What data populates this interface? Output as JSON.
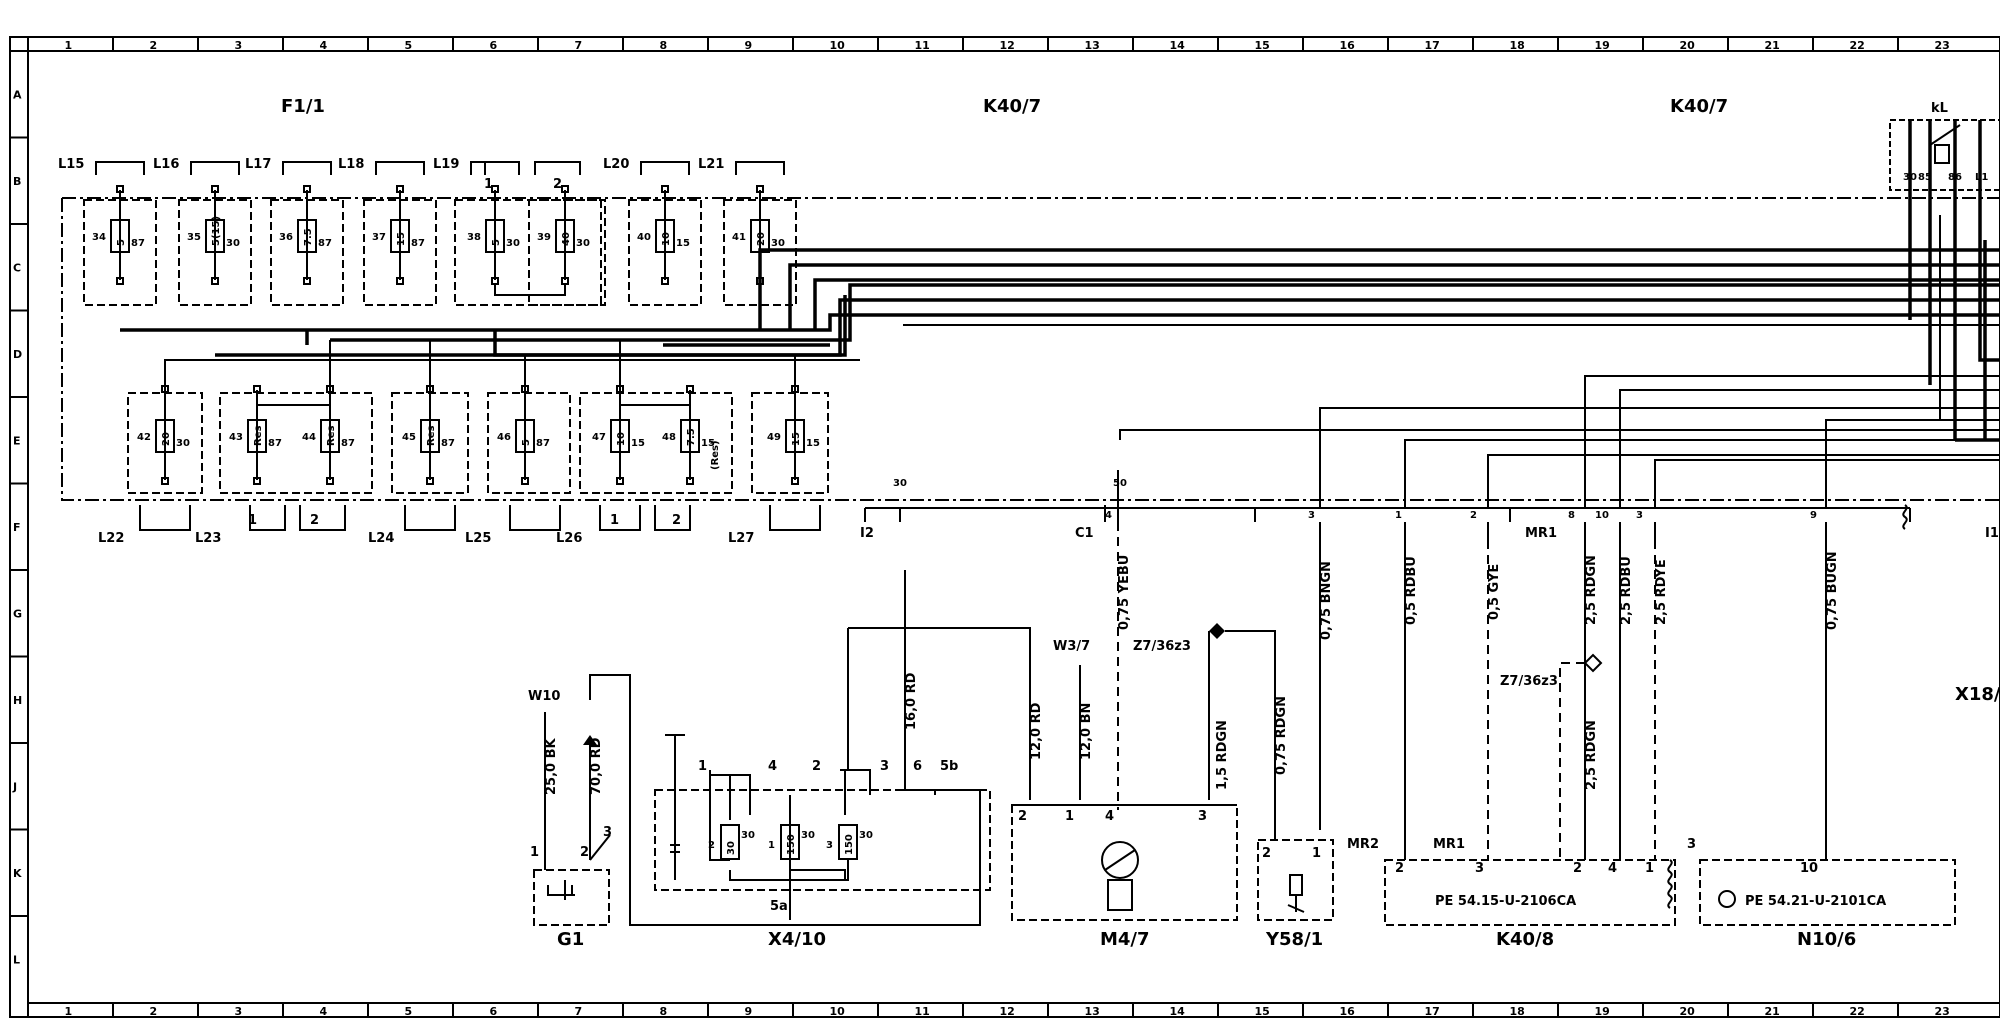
{
  "grid": {
    "columns": [
      "1",
      "2",
      "3",
      "4",
      "5",
      "6",
      "7",
      "8",
      "9",
      "10",
      "11",
      "12",
      "13",
      "14",
      "15",
      "16",
      "17",
      "18",
      "19",
      "20",
      "21",
      "22",
      "23"
    ],
    "rows": [
      "A",
      "B",
      "C",
      "D",
      "E",
      "F",
      "G",
      "H",
      "J",
      "K",
      "L"
    ]
  },
  "components": {
    "f1_1": "F1/1",
    "k40_7_left": "K40/7",
    "k40_7_right": "K40/7",
    "kl": "kL",
    "g1": "G1",
    "x4_10": "X4/10",
    "m4_7": "M4/7",
    "y58_1": "Y58/1",
    "k40_8": "K40/8",
    "n10_6": "N10/6",
    "w10": "W10",
    "w3_7": "W3/7",
    "z7_36z3_a": "Z7/36z3",
    "z7_36z3_b": "Z7/36z3",
    "x18_partial": "X18/",
    "i2": "I2",
    "c1": "C1",
    "mr1_top": "MR1",
    "i1_partial": "I1",
    "mr2": "MR2",
    "mr1_bottom": "MR1"
  },
  "upper_fuses": [
    {
      "slot": "L15",
      "num": "34",
      "val": "5",
      "out": "87"
    },
    {
      "slot": "L16",
      "num": "35",
      "val": "5(15)",
      "out": "30"
    },
    {
      "slot": "L17",
      "num": "36",
      "val": "7.5",
      "out": "87"
    },
    {
      "slot": "L18",
      "num": "37",
      "val": "15",
      "out": "87"
    },
    {
      "slot": "L19",
      "num": "38",
      "val": "5",
      "out": "30"
    },
    {
      "slot": "",
      "num": "39",
      "val": "40",
      "out": "30"
    },
    {
      "slot": "L20",
      "num": "40",
      "val": "10",
      "out": "15"
    },
    {
      "slot": "L21",
      "num": "41",
      "val": "20",
      "out": "30"
    }
  ],
  "upper_pins": [
    "1",
    "2"
  ],
  "lower_fuses": [
    {
      "slot": "L22",
      "num": "42",
      "val": "20",
      "out": "30"
    },
    {
      "slot": "L23",
      "num": "43",
      "val": "Res",
      "out": "87"
    },
    {
      "slot": "",
      "num": "44",
      "val": "Res",
      "out": "87"
    },
    {
      "slot": "L24",
      "num": "45",
      "val": "Res",
      "out": "87"
    },
    {
      "slot": "L25",
      "num": "46",
      "val": "5",
      "out": "87"
    },
    {
      "slot": "L26",
      "num": "47",
      "val": "10",
      "out": "15"
    },
    {
      "slot": "",
      "num": "48",
      "val": "7.5",
      "out": "15"
    },
    {
      "slot": "L27",
      "num": "49",
      "val": "15",
      "out": "15"
    }
  ],
  "lower_pins": [
    "1",
    "2",
    "1",
    "2"
  ],
  "lower_note": "(Res)",
  "connector_pins": {
    "i2": "30",
    "c1_top": "50",
    "c1_4": "4",
    "p3": "3",
    "p1": "1",
    "p2": "2",
    "mr1_8": "8",
    "p10": "10",
    "p3b": "3",
    "p9": "9"
  },
  "wires": {
    "c1_yebu": "0,75 YEBU",
    "bngn": "0,75 BNGN",
    "rdbu_05": "0,5 RDBU",
    "gye": "0,5 GYE",
    "rdgn_25": "2,5 RDGN",
    "rdbu_25": "2,5 RDBU",
    "rdye": "2,5 RDYE",
    "bugn": "0,75 BUGN",
    "bk_25": "25,0 BK",
    "rd_70": "70,0 RD",
    "rd_16": "16,0 RD",
    "rd_12a": "12,0 RD",
    "bn_12": "12,0 BN",
    "rdgn_15": "1,5 RDGN",
    "rdgn_075": "0,75 RDGN",
    "rdgn_25b": "2,5 RDGN"
  },
  "g1_pins": {
    "p1": "1",
    "p2": "2",
    "p3": "3"
  },
  "x4_pins": {
    "p1": "1",
    "p4": "4",
    "p2": "2",
    "p3": "3",
    "p6": "6",
    "p5b": "5b",
    "p5a": "5a"
  },
  "x4_fuses": [
    {
      "pin": "2",
      "val": "30",
      "out": "30"
    },
    {
      "pin": "1",
      "val": "150",
      "out": "30"
    },
    {
      "pin": "3",
      "val": "150",
      "out": "30"
    }
  ],
  "m4_pins": {
    "p2": "2",
    "p1": "1",
    "p4": "4",
    "p3": "3"
  },
  "y58_pins": {
    "p2": "2",
    "p1": "1"
  },
  "k40_8_pins": {
    "p2a": "2",
    "p3": "3",
    "p2b": "2",
    "p4": "4",
    "p1": "1"
  },
  "k40_8_text": "PE 54.15-U-2106CA",
  "n10_6_pins": {
    "p10": "10",
    "p3": "3"
  },
  "n10_6_text": "PE 54.21-U-2101CA",
  "kl_pins": {
    "p30": "30",
    "p85": "85",
    "p86": "86",
    "l1": "L1"
  },
  "colors": {
    "ink": "#000000",
    "paper": "#ffffff"
  }
}
